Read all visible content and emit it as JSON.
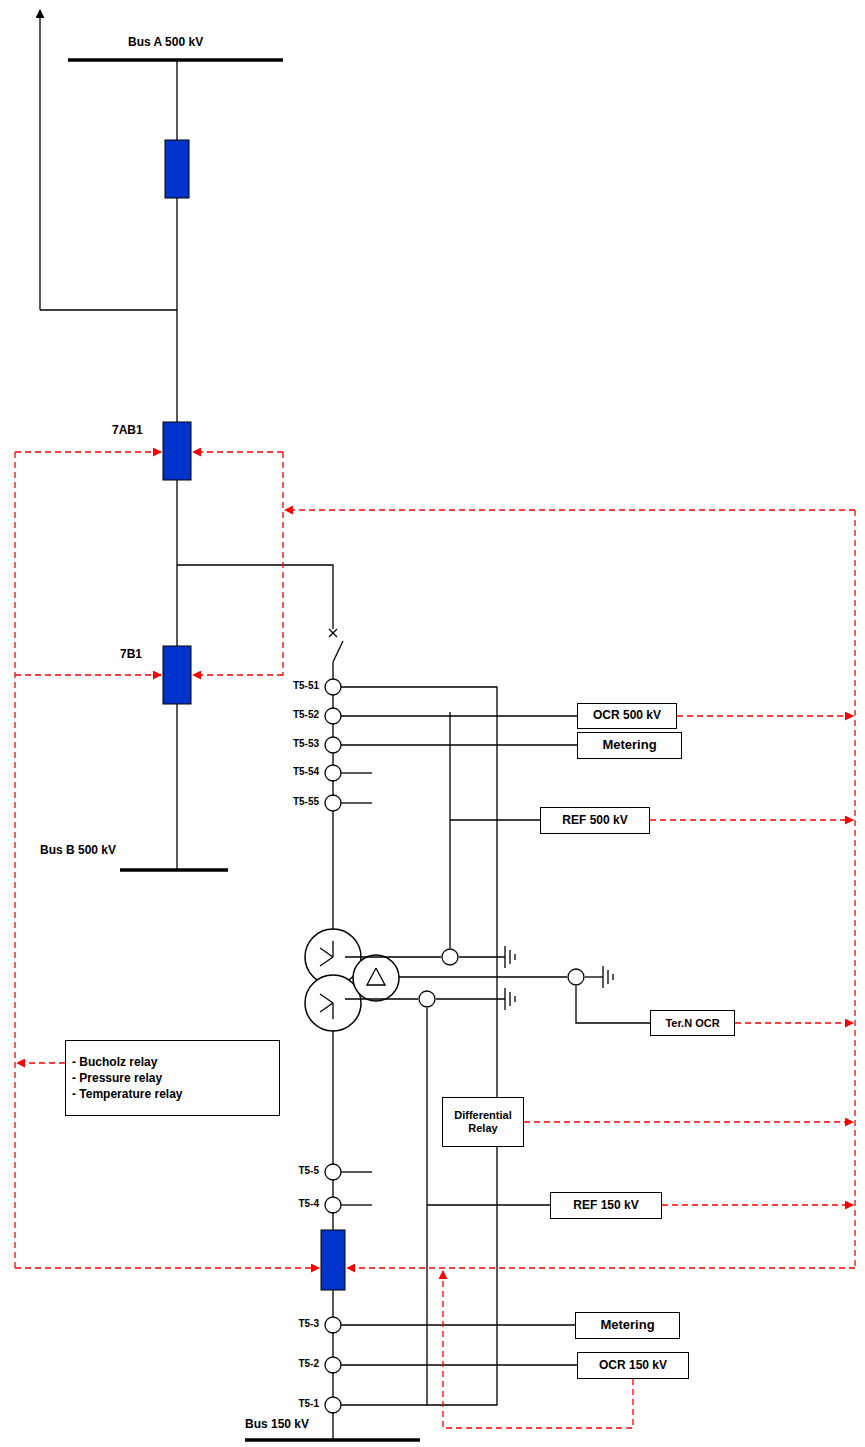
{
  "diagram": {
    "nodes": [
      {
        "text": [
          "OCR 500 kV"
        ]
      },
      {
        "text": [
          "Metering"
        ]
      },
      {
        "text": [
          "REF 500 kV"
        ]
      },
      {
        "text": [
          "- Bucholz relay",
          "- Pressure relay",
          "- Temperature relay"
        ]
      },
      {
        "text": [
          "Ter.N OCR"
        ]
      },
      {
        "text": [
          "Differential Relay"
        ]
      },
      {
        "text": [
          "REF 150 kV"
        ]
      },
      {
        "text": [
          "Metering"
        ]
      },
      {
        "text": [
          "OCR 150 kV"
        ]
      }
    ],
    "labels": [
      "Bus A 500 kV",
      "7AB1",
      "7B1",
      "T5-51",
      "T5-52",
      "T5-53",
      "T5-54",
      "T5-55",
      "Bus B 500 kV",
      "T5-5",
      "T5-4",
      "T5-3",
      "T5-2",
      "T5-1",
      "Bus 150 kV"
    ]
  }
}
